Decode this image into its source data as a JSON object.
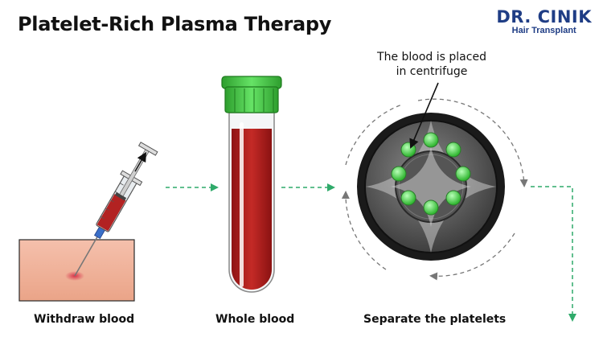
{
  "title": "Platelet-Rich Plasma Therapy",
  "logo": {
    "name": "DR. CINIK",
    "tagline": "Hair Transplant",
    "color": "#1f3d85"
  },
  "steps": [
    {
      "label": "Withdraw blood"
    },
    {
      "label": "Whole blood"
    },
    {
      "label": "Separate the platelets"
    }
  ],
  "callout": {
    "line1": "The blood is placed",
    "line2": "in centrifuge"
  },
  "colors": {
    "arrow": "#2faa6a",
    "blood": "#b22222",
    "cap": "#3ccb3c",
    "platelet": "#5ee35e",
    "skin": "#f2b6a0"
  }
}
